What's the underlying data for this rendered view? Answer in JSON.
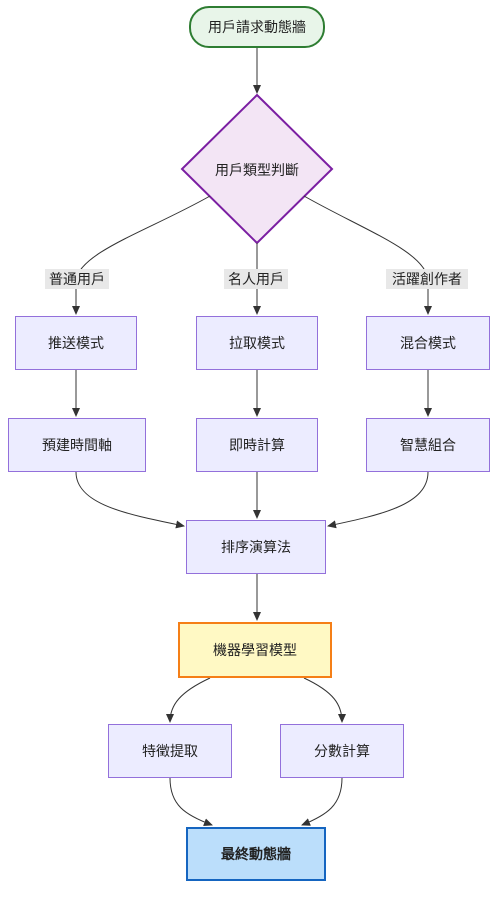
{
  "nodes": {
    "start": "用戶請求動態牆",
    "decision": "用戶類型判斷",
    "push_mode": "推送模式",
    "pull_mode": "拉取模式",
    "hybrid_mode": "混合模式",
    "prebuilt_timeline": "預建時間軸",
    "realtime_compute": "即時計算",
    "smart_combine": "智慧組合",
    "ranking_algorithm": "排序演算法",
    "ml_model": "機器學習模型",
    "feature_extraction": "特徵提取",
    "score_compute": "分數計算",
    "final_feed": "最終動態牆"
  },
  "edge_labels": {
    "normal_user": "普通用戶",
    "celebrity_user": "名人用戶",
    "active_creator": "活躍創作者"
  },
  "colors": {
    "start_fill": "#e8f5e9",
    "start_stroke": "#2e7d32",
    "decision_fill": "#f3e5f5",
    "decision_stroke": "#7b1fa2",
    "process_fill": "#ececff",
    "process_stroke": "#9370db",
    "ml_fill": "#fff9c4",
    "ml_stroke": "#f57f17",
    "end_fill": "#bbdefb",
    "end_stroke": "#1565c0",
    "edge": "#333333"
  }
}
